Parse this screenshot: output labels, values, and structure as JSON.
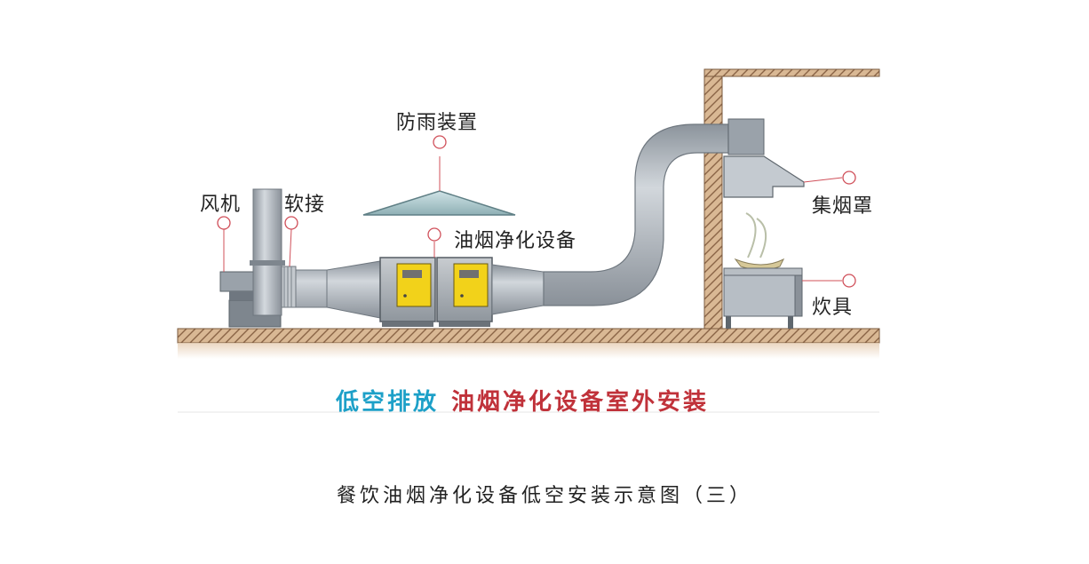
{
  "labels": {
    "fan": "风机",
    "soft_joint": "软接",
    "rain_cover": "防雨装置",
    "purifier": "油烟净化设备",
    "hood": "集烟罩",
    "stove": "炊具"
  },
  "headline": {
    "part1": "低空排放",
    "part2": "油烟净化设备室外安装"
  },
  "caption": "餐饮油烟净化设备低空安装示意图（三）",
  "colors": {
    "headline_blue": "#1da0c8",
    "headline_red": "#c0323a",
    "marker_red": "#d0505a",
    "duct_gray": "#a9b0b8",
    "ground_brown": "#b68a62",
    "purifier_door": "#f2d21a"
  }
}
